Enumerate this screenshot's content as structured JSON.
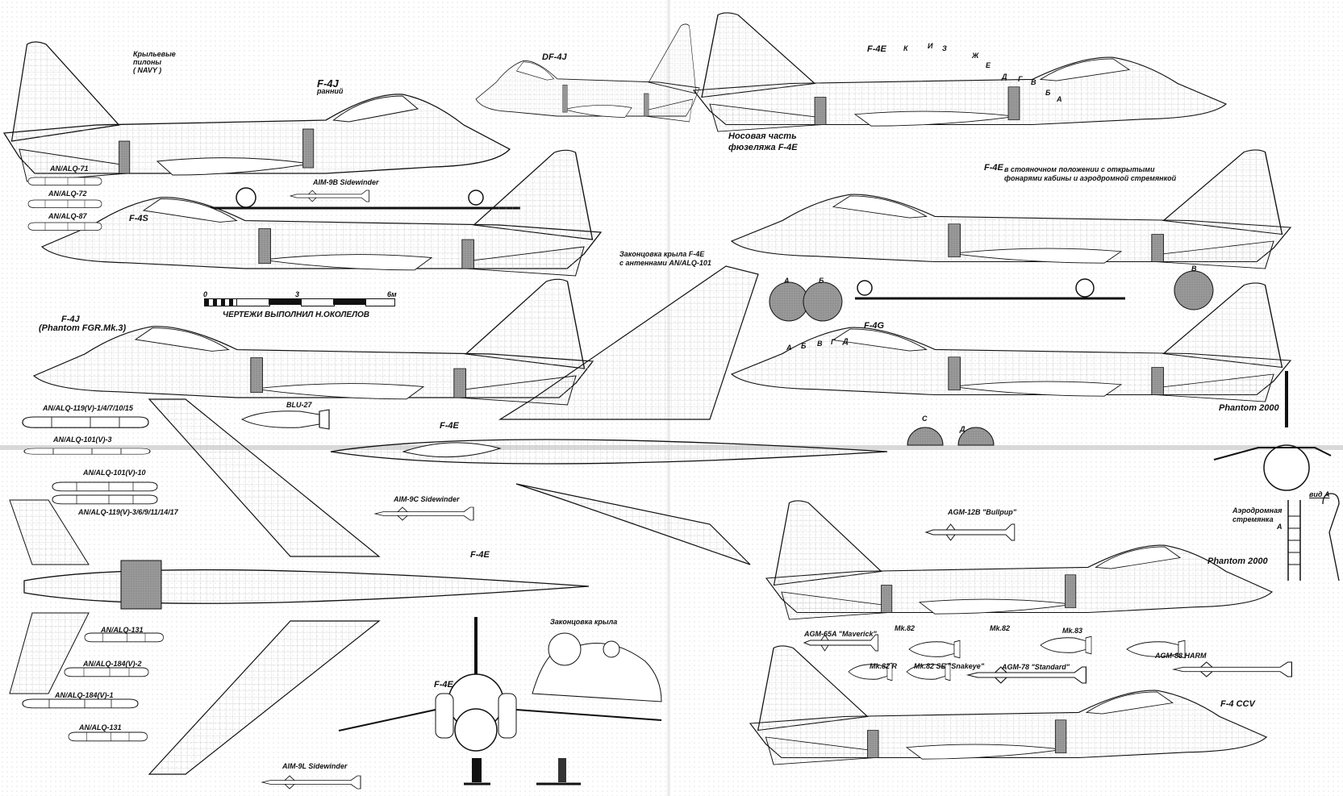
{
  "sheet": {
    "credit": "ЧЕРТЕЖИ ВЫПОЛНИЛ Н.ОКОЛЕЛОВ",
    "scale_bar": {
      "start": "0",
      "mid": "3",
      "end": "6м"
    }
  },
  "aircraft": [
    {
      "id": "f4j-early",
      "title": "F-4J",
      "subtitle": "ранний"
    },
    {
      "id": "df4j",
      "title": "DF-4J"
    },
    {
      "id": "f4s",
      "title": "F-4S"
    },
    {
      "id": "f4j-fgr3",
      "title": "F-4J",
      "subtitle": "(Phantom FGR.Mk.3)"
    },
    {
      "id": "f4e-side",
      "title": "F-4E"
    },
    {
      "id": "f4e-nose",
      "title": "Носовая часть",
      "subtitle": "фюзеляжа F-4E"
    },
    {
      "id": "f4e-parked",
      "title": "F-4E",
      "subtitle": "в стояночном положении с открытыми",
      "subtitle2": "фонарями кабины и аэродромной стремянкой"
    },
    {
      "id": "f4g",
      "title": "F-4G"
    },
    {
      "id": "f4e-top",
      "title": "F-4E"
    },
    {
      "id": "f4e-bottom",
      "title": "F-4E"
    },
    {
      "id": "f4e-front",
      "title": "F-4E"
    },
    {
      "id": "phantom2000-front",
      "title": "Phantom 2000"
    },
    {
      "id": "phantom2000-side",
      "title": "Phantom 2000"
    },
    {
      "id": "f4-ccv",
      "title": "F-4 CCV"
    }
  ],
  "details": {
    "wing_pylons": [
      "Крыльевые",
      "пилоны",
      "( NAVY )"
    ],
    "wingtip_antennas": [
      "Законцовка крыла F-4E",
      "с антеннами AN/ALQ-101"
    ],
    "wingtip": "Законцовка крыла",
    "ladder": [
      "Аэродромная",
      "стремянка"
    ],
    "view_a": "вид А",
    "arrow_a": "А"
  },
  "sections": {
    "profiles": [
      "А",
      "Б",
      "В",
      "С",
      "Д"
    ],
    "f4e_stations": [
      "К",
      "И",
      "З",
      "Ж",
      "Е",
      "Д",
      "Г",
      "В",
      "Б",
      "А"
    ],
    "f4g_stations": [
      "А",
      "Б",
      "В",
      "Г",
      "Д"
    ]
  },
  "pods": [
    "AN/ALQ-71",
    "AN/ALQ-72",
    "AN/ALQ-87",
    "AN/ALQ-119(V)-1/4/7/10/15",
    "AN/ALQ-101(V)-3",
    "AN/ALQ-101(V)-10",
    "AN/ALQ-119(V)-3/6/9/11/14/17",
    "AN/ALQ-131",
    "AN/ALQ-184(V)-2",
    "AN/ALQ-184(V)-1",
    "AN/ALQ-131"
  ],
  "weapons": [
    "AIM-9B Sidewinder",
    "BLU-27",
    "AIM-9C Sidewinder",
    "AIM-9L Sidewinder",
    "AGM-12B \"Bullpup\"",
    "AGM-65A \"Maverick\"",
    "Mk.82",
    "Mk.82",
    "Mk.83",
    "AGM-88  HARM",
    "Mk.82 R",
    "Mk.82 SE \"Snakeye\"",
    "AGM-78 \"Standard\""
  ],
  "colors": {
    "ink": "#111111",
    "section_fill": "#9a9a9a",
    "paper": "#ffffff"
  }
}
